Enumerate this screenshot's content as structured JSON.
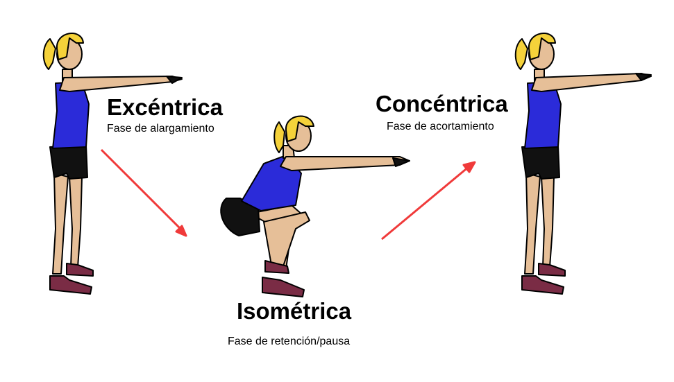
{
  "phases": {
    "eccentric": {
      "title": "Excéntrica",
      "subtitle": "Fase de alargamiento"
    },
    "isometric": {
      "title": "Isométrica",
      "subtitle": "Fase de retención/pausa"
    },
    "concentric": {
      "title": "Concéntrica",
      "subtitle": "Fase de acortamiento"
    }
  },
  "colors": {
    "arrow": "#f03a3a",
    "top": "#2b2bd9",
    "skin": "#e6bf98",
    "hair": "#f5d23a",
    "shorts": "#111111",
    "shoes": "#7a2c45"
  }
}
